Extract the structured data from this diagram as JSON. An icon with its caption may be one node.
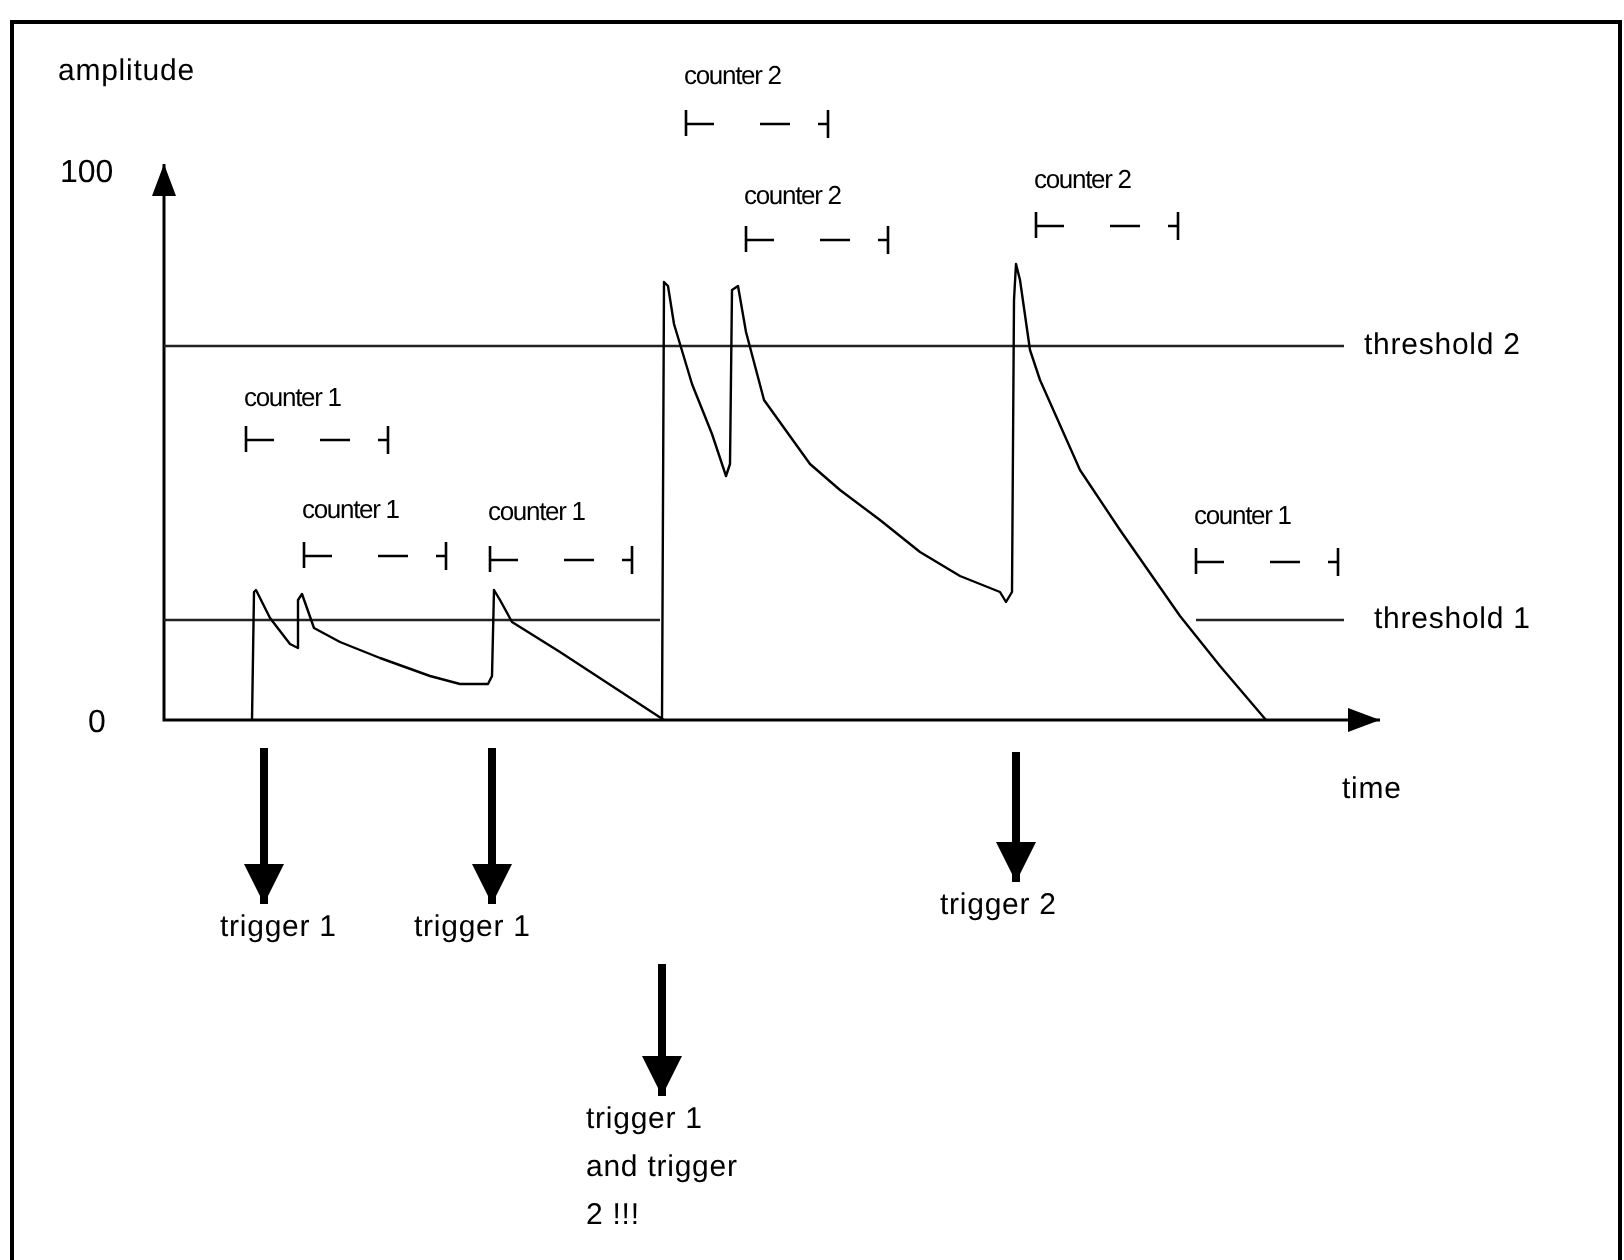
{
  "diagram": {
    "nodes": [
      {
        "text": [
          "trigger 1"
        ]
      },
      {
        "text": [
          "trigger 1"
        ]
      },
      {
        "text": [
          "trigger 2"
        ]
      },
      {
        "text": [
          "trigger 1 and trigger 2 !!!"
        ]
      }
    ],
    "edges": [
      {
        "from": null,
        "to": 0,
        "arrow": "to"
      },
      {
        "from": null,
        "to": 1,
        "arrow": "to"
      },
      {
        "from": null,
        "to": 2,
        "arrow": "to"
      },
      {
        "from": null,
        "to": 3,
        "arrow": "to"
      }
    ],
    "labels": [
      "amplitude",
      "counter 2",
      "100",
      "counter 2",
      "counter 2",
      "threshold 2",
      "counter 1",
      "counter 1",
      "counter 1",
      "counter 1",
      "threshold 1",
      "0",
      "time"
    ]
  }
}
